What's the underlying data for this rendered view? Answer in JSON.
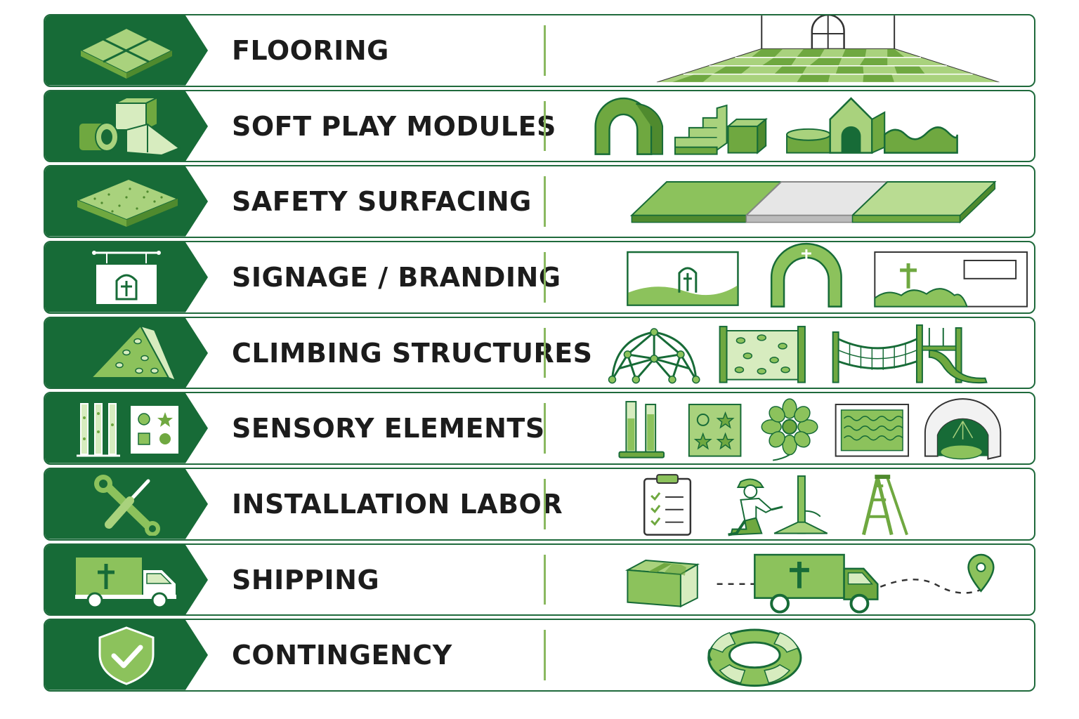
{
  "colors": {
    "dark_green": "#176b37",
    "mid_green": "#6fa840",
    "light_green": "#a9d27d",
    "pale_green": "#d7ecbf",
    "divider": "#8ab960",
    "text": "#1c1c1c"
  },
  "rows": [
    {
      "label": "FLOORING",
      "icon": "floor-tiles-icon"
    },
    {
      "label": "SOFT PLAY MODULES",
      "icon": "soft-blocks-icon"
    },
    {
      "label": "SAFETY SURFACING",
      "icon": "rubber-mat-icon"
    },
    {
      "label": "SIGNAGE / BRANDING",
      "icon": "hanging-sign-icon"
    },
    {
      "label": "CLIMBING STRUCTURES",
      "icon": "climbing-wall-icon"
    },
    {
      "label": "SENSORY ELEMENTS",
      "icon": "sensory-panel-icon"
    },
    {
      "label": "INSTALLATION LABOR",
      "icon": "wrench-screwdriver-icon"
    },
    {
      "label": "SHIPPING",
      "icon": "delivery-truck-icon"
    },
    {
      "label": "CONTINGENCY",
      "icon": "shield-check-icon"
    }
  ]
}
